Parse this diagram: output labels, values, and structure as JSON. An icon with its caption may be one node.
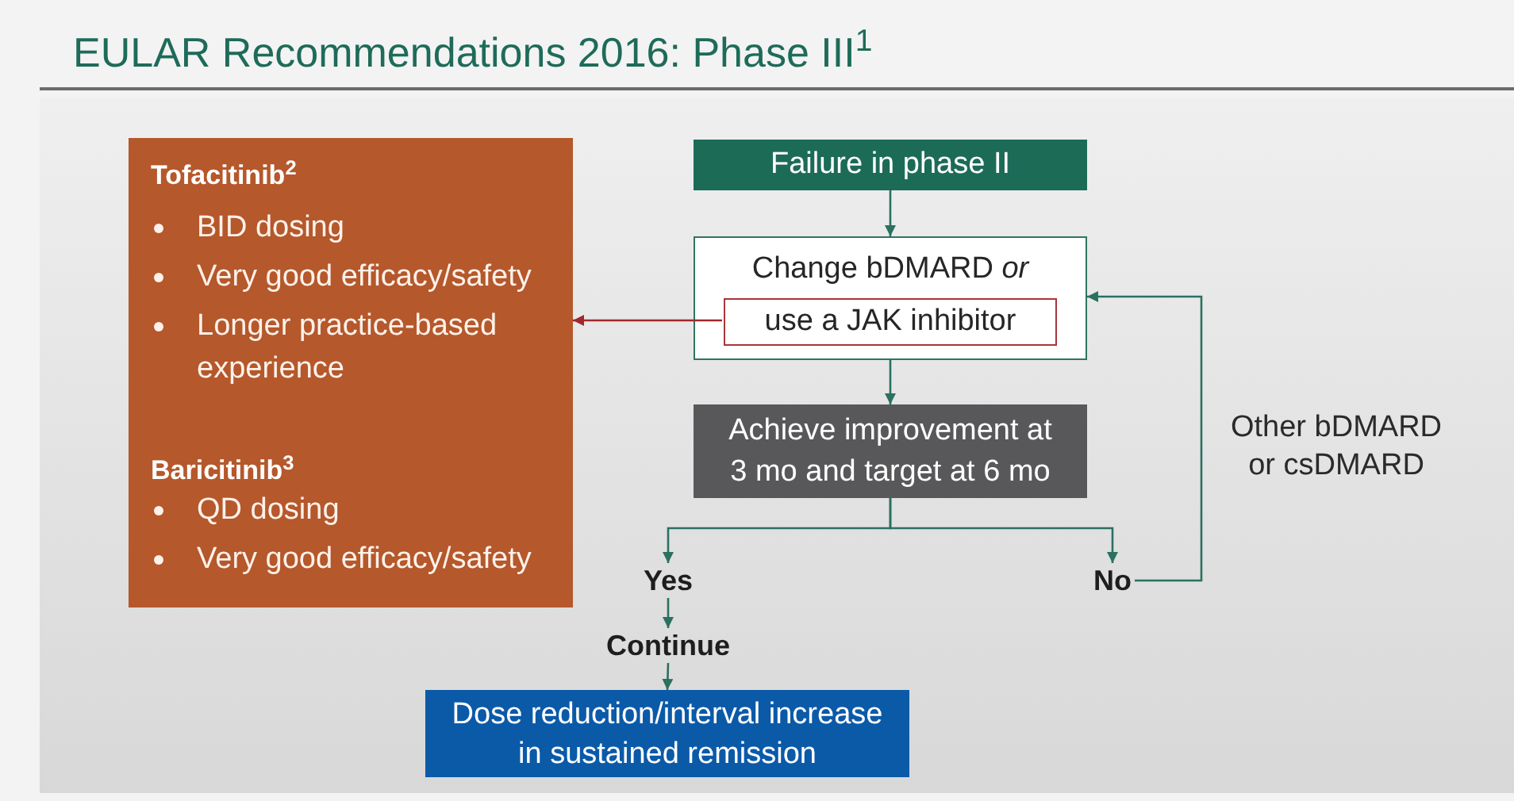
{
  "diagram": {
    "title": "EULAR Recommendations 2016: Phase III$^{1}$",
    "nodes": [
      {
        "text": [
          "Tofacitinib$^{2}$",
          "BID dosing",
          "Very good efficacy/safety",
          "Longer practice-based experience",
          "Baricitinib$^{3}$",
          "QD dosing",
          "Very good efficacy/safety"
        ]
      },
      {
        "text": [
          "Failure in phase II"
        ]
      },
      {
        "text": [
          "Change bDMARD *or*"
        ]
      },
      {
        "text": [
          "use a JAK inhibitor"
        ],
        "in": 2
      },
      {
        "text": [
          "Achieve improvement at 3 mo and target at 6 mo"
        ]
      },
      {
        "text": [
          "Yes"
        ]
      },
      {
        "text": [
          "No"
        ]
      },
      {
        "text": [
          "Continue"
        ]
      },
      {
        "text": [
          "Dose reduction/interval increase in sustained remission"
        ]
      }
    ],
    "edges": [
      {
        "from": 1,
        "to": 2,
        "arrow": "to"
      },
      {
        "from": 2,
        "to": 4,
        "arrow": "to"
      },
      {
        "from": 4,
        "to": 5,
        "arrow": "to"
      },
      {
        "from": 4,
        "to": 6,
        "arrow": "to"
      },
      {
        "from": 5,
        "to": 7,
        "arrow": "to"
      },
      {
        "from": 7,
        "to": 8,
        "arrow": "to"
      },
      {
        "from": 6,
        "to": 2,
        "arrow": "to",
        "label": "Other bDMARD or csDMARD"
      },
      {
        "from": 3,
        "to": 0,
        "arrow": "to",
        "color": "#a0282c"
      }
    ]
  }
}
